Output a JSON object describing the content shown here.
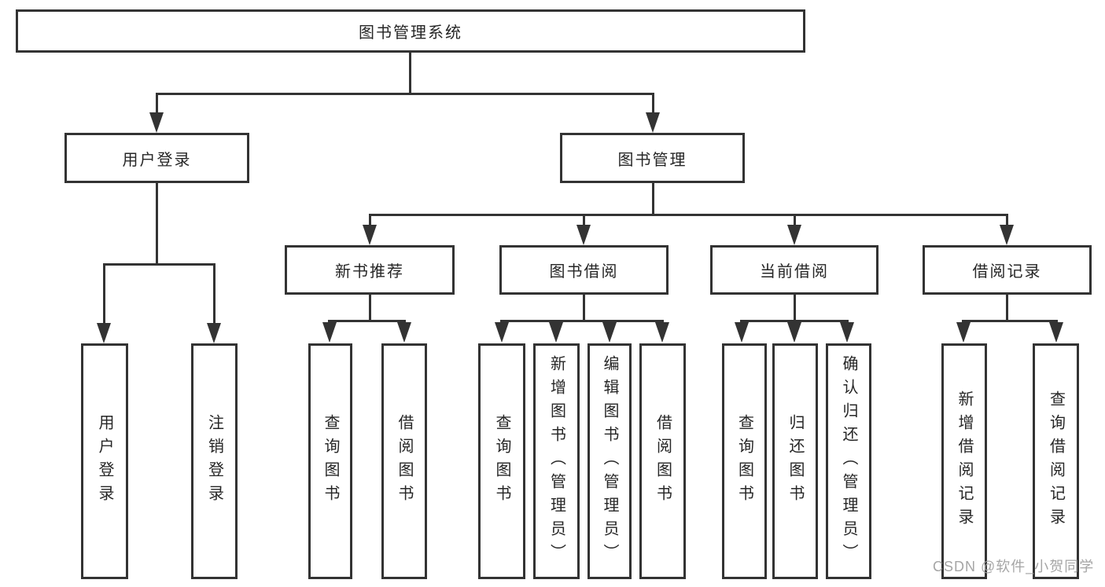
{
  "diagram": {
    "root": {
      "label": "图书管理系统"
    },
    "level2": [
      {
        "label": "用户登录"
      },
      {
        "label": "图书管理"
      }
    ],
    "level3": [
      {
        "label": "新书推荐"
      },
      {
        "label": "图书借阅"
      },
      {
        "label": "当前借阅"
      },
      {
        "label": "借阅记录"
      }
    ],
    "leaves": [
      {
        "label": "用户登录"
      },
      {
        "label": "注销登录"
      },
      {
        "label": "查询图书"
      },
      {
        "label": "借阅图书"
      },
      {
        "label": "查询图书"
      },
      {
        "label": "新增图书（管理员）"
      },
      {
        "label": "编辑图书（管理员）"
      },
      {
        "label": "借阅图书"
      },
      {
        "label": "查询图书"
      },
      {
        "label": "归还图书"
      },
      {
        "label": "确认归还（管理员）"
      },
      {
        "label": "新增借阅记录"
      },
      {
        "label": "查询借阅记录"
      }
    ]
  },
  "watermark": {
    "text": "CSDN @软件_小贺同学",
    "color": "#9e9e9e"
  },
  "colors": {
    "line": "#333333",
    "box_border": "#333333",
    "box_fill": "#ffffff",
    "text": "#262626",
    "background": "#ffffff"
  }
}
